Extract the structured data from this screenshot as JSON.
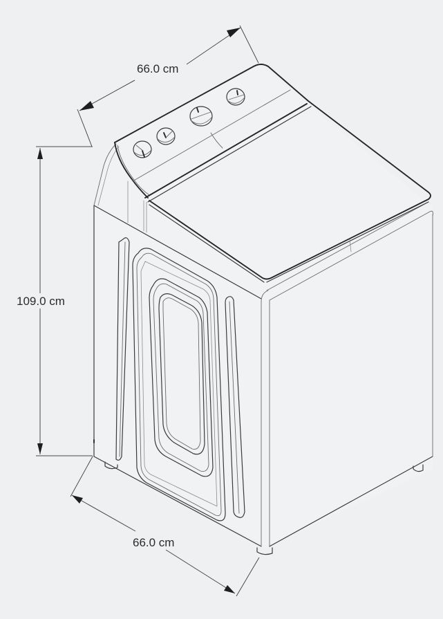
{
  "diagram": {
    "subject": "Top-load washing machine, isometric line drawing",
    "background_color": "#eff0f2",
    "line_color": "#2b2b2b",
    "dimensions": {
      "depth": {
        "label": "66.0 cm",
        "value": 66.0,
        "unit": "cm",
        "position": "top"
      },
      "height": {
        "label": "109.0 cm",
        "value": 109.0,
        "unit": "cm",
        "position": "left"
      },
      "width": {
        "label": "66.0 cm",
        "value": 66.0,
        "unit": "cm",
        "position": "bottom"
      }
    },
    "parts": {
      "control_panel_knobs": 4,
      "lid": "top lid",
      "door_panel": "front decorative porthole panel",
      "side_grooves": 2,
      "feet": 4
    }
  }
}
